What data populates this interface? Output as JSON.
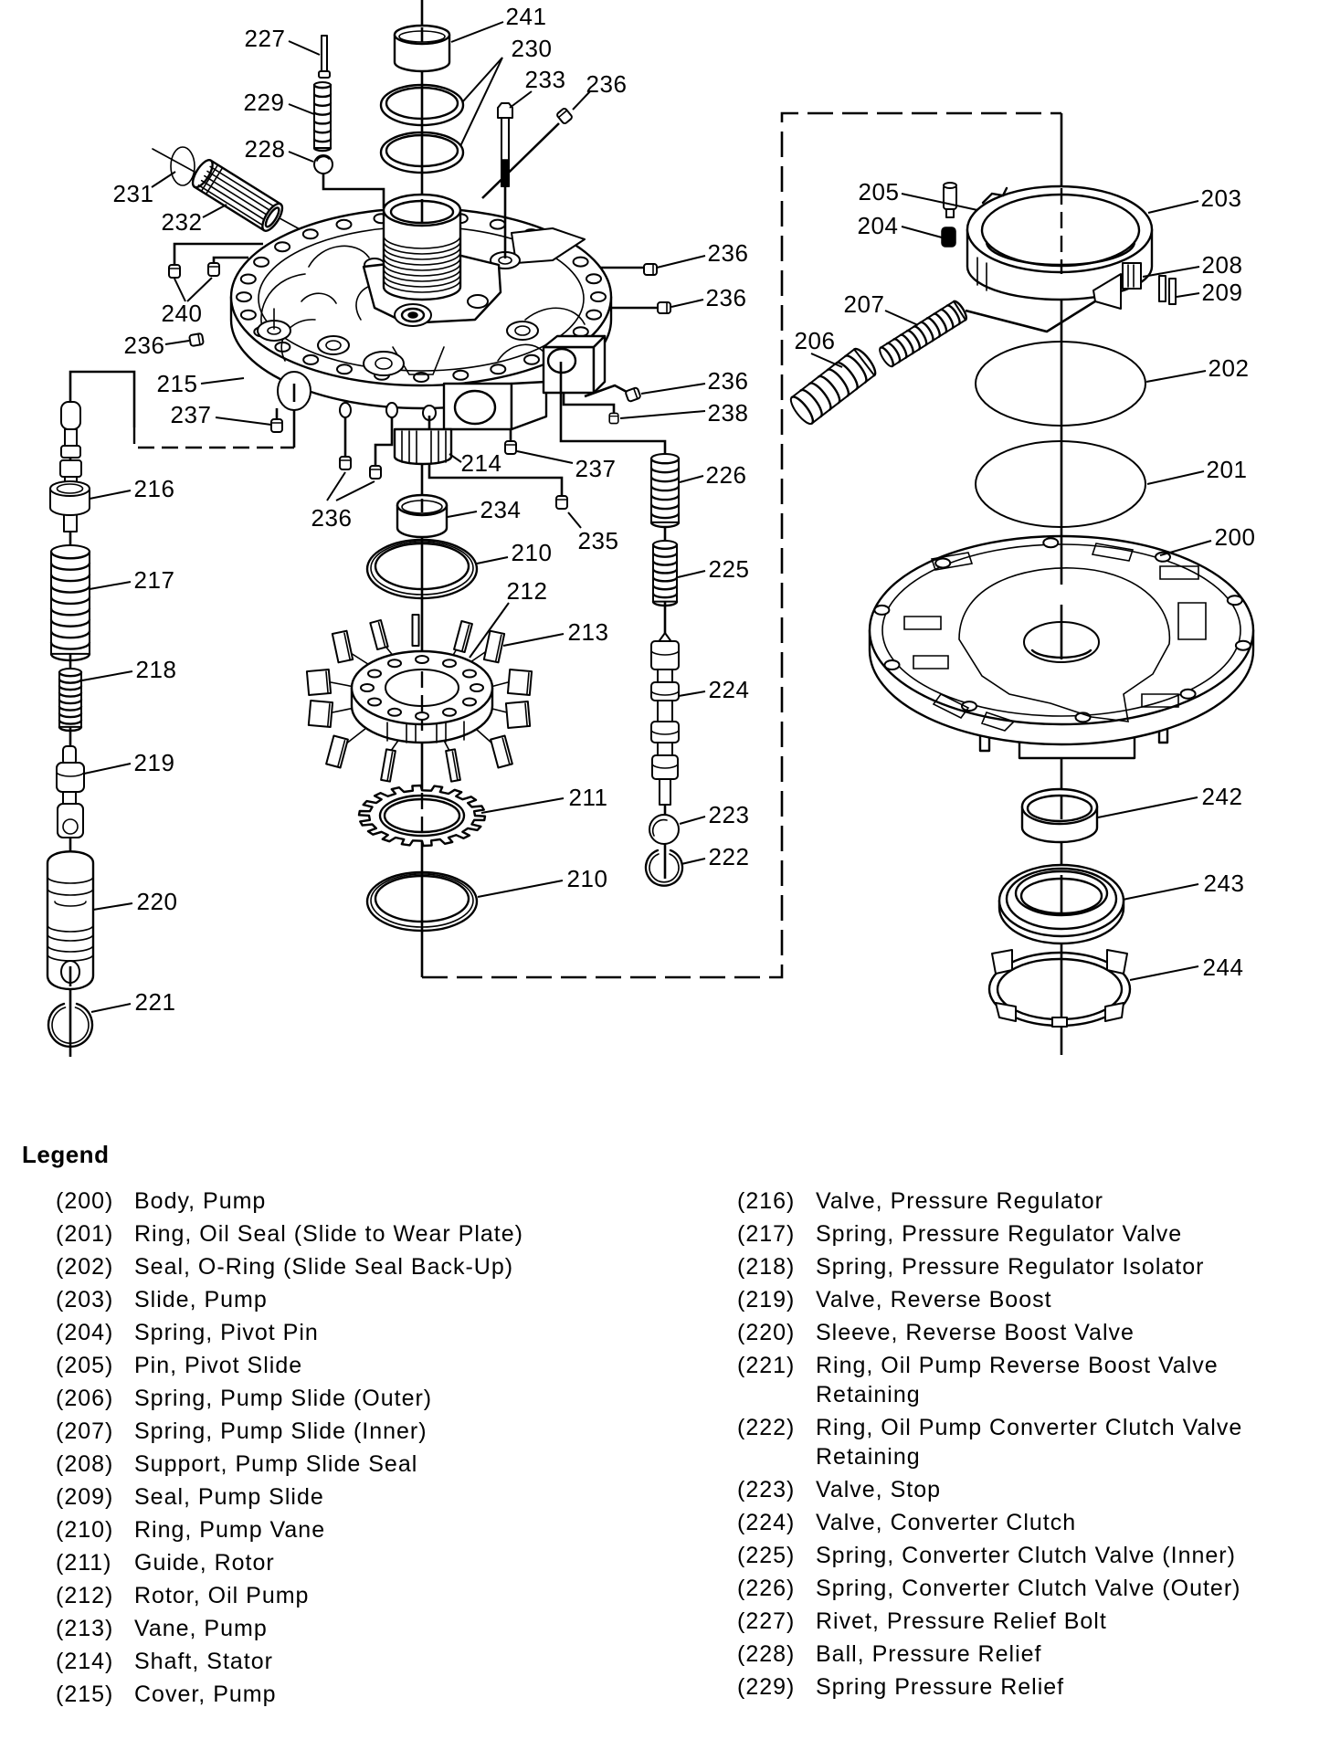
{
  "figure": {
    "callouts": [
      "241",
      "227",
      "230",
      "233",
      "236",
      "229",
      "228",
      "231",
      "232",
      "240",
      "236",
      "205",
      "204",
      "203",
      "208",
      "209",
      "236",
      "236",
      "207",
      "206",
      "202",
      "236",
      "238",
      "215",
      "237",
      "214",
      "237",
      "226",
      "201",
      "216",
      "236",
      "234",
      "235",
      "210",
      "200",
      "217",
      "212",
      "225",
      "213",
      "218",
      "224",
      "219",
      "242",
      "211",
      "223",
      "222",
      "210",
      "243",
      "220",
      "244",
      "221"
    ]
  },
  "legend": {
    "title": "Legend",
    "items": [
      {
        "number": "(200)",
        "description": "Body, Pump"
      },
      {
        "number": "(201)",
        "description": "Ring, Oil Seal (Slide to Wear Plate)"
      },
      {
        "number": "(202)",
        "description": "Seal, O-Ring (Slide Seal Back-Up)"
      },
      {
        "number": "(203)",
        "description": "Slide, Pump"
      },
      {
        "number": "(204)",
        "description": "Spring, Pivot Pin"
      },
      {
        "number": "(205)",
        "description": "Pin, Pivot Slide"
      },
      {
        "number": "(206)",
        "description": "Spring, Pump Slide (Outer)"
      },
      {
        "number": "(207)",
        "description": "Spring, Pump Slide (Inner)"
      },
      {
        "number": "(208)",
        "description": "Support, Pump Slide Seal"
      },
      {
        "number": "(209)",
        "description": "Seal, Pump Slide"
      },
      {
        "number": "(210)",
        "description": "Ring, Pump Vane"
      },
      {
        "number": "(211)",
        "description": "Guide, Rotor"
      },
      {
        "number": "(212)",
        "description": "Rotor, Oil Pump"
      },
      {
        "number": "(213)",
        "description": "Vane, Pump"
      },
      {
        "number": "(214)",
        "description": "Shaft, Stator"
      },
      {
        "number": "(215)",
        "description": "Cover, Pump"
      },
      {
        "number": "(216)",
        "description": "Valve, Pressure Regulator"
      },
      {
        "number": "(217)",
        "description": "Spring, Pressure Regulator Valve"
      },
      {
        "number": "(218)",
        "description": "Spring, Pressure Regulator Isolator"
      },
      {
        "number": "(219)",
        "description": "Valve, Reverse Boost"
      },
      {
        "number": "(220)",
        "description": "Sleeve, Reverse Boost Valve"
      },
      {
        "number": "(221)",
        "description": "Ring, Oil Pump Reverse Boost Valve Retaining"
      },
      {
        "number": "(222)",
        "description": "Ring, Oil Pump Converter Clutch Valve Retaining"
      },
      {
        "number": "(223)",
        "description": "Valve, Stop"
      },
      {
        "number": "(224)",
        "description": "Valve, Converter Clutch"
      },
      {
        "number": "(225)",
        "description": "Spring, Converter Clutch Valve (Inner)"
      },
      {
        "number": "(226)",
        "description": "Spring, Converter Clutch Valve (Outer)"
      },
      {
        "number": "(227)",
        "description": "Rivet, Pressure Relief Bolt"
      },
      {
        "number": "(228)",
        "description": "Ball, Pressure Relief"
      },
      {
        "number": "(229)",
        "description": "Spring Pressure Relief"
      }
    ]
  }
}
